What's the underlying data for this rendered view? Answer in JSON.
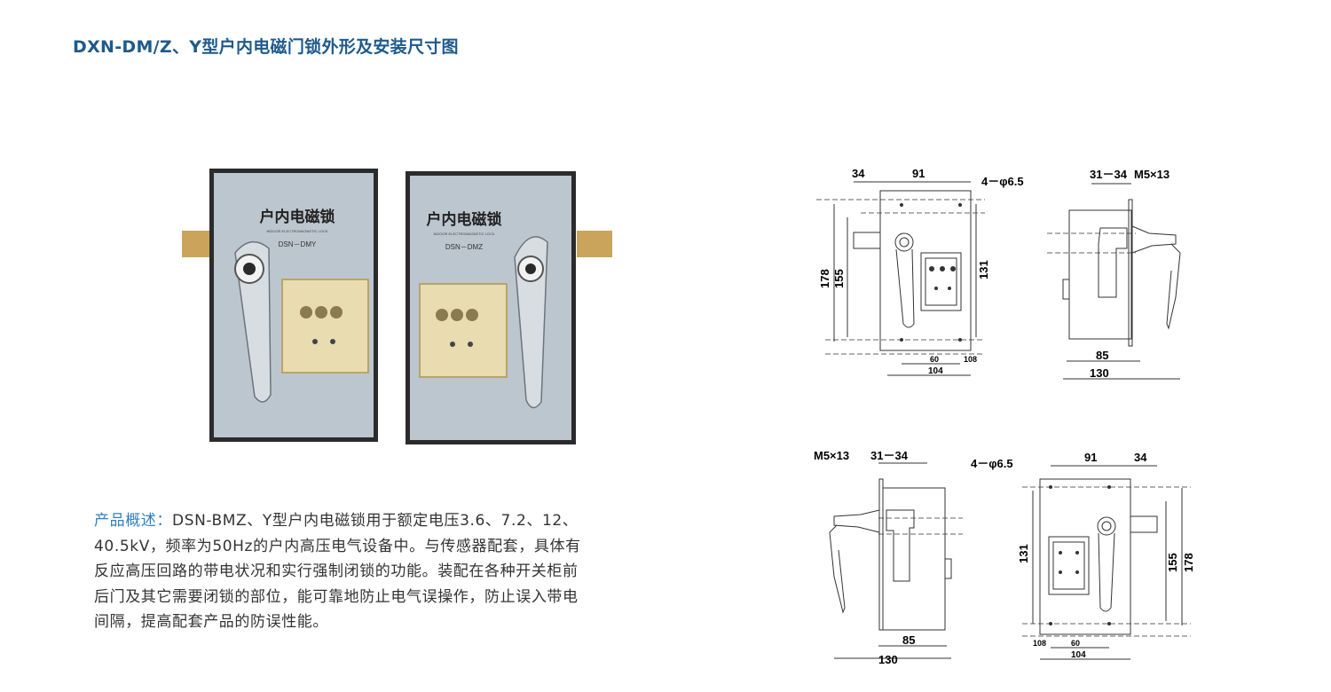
{
  "title": "DXN-DM/Z、Y型户内电磁门锁外形及安装尺寸图",
  "photo": {
    "left_plate": {
      "chinese": "户内电磁锁",
      "english": "INDOOR ELECTROMAGNETIC LOCK",
      "model": "DSN－DMY"
    },
    "right_plate": {
      "chinese": "户内电磁锁",
      "english": "INDOOR ELECTROMAGNETIC LOCK",
      "model": "DSN－DMZ"
    }
  },
  "description": {
    "label": "产品概述：",
    "line1": "DSN-BMZ、Y型户内电磁锁用于额定电压3.6、7.2、12、",
    "line2": "40.5kV，频率为50Hz的户内高压电气设备中。与传感器配套，具体有",
    "line3": "反应高压回路的带电状况和实行强制闭锁的功能。装配在各种开关柜前",
    "line4": "后门及其它需要闭锁的部位，能可靠地防止电气误操作，防止误入带电",
    "line5": "间隔，提高配套产品的防误性能。"
  },
  "drawings": {
    "front_top": {
      "d34": "34",
      "d91": "91",
      "holes": "4－φ6.5",
      "d178": "178",
      "d155": "155",
      "d131": "131",
      "d60": "60",
      "d108": "108",
      "d104": "104"
    },
    "side_top": {
      "d3134": "31－34",
      "m5": "M5×13",
      "d85": "85",
      "d130": "130"
    },
    "side_bottom": {
      "m5": "M5×13",
      "d3134": "31－34",
      "d85": "85",
      "d130": "130"
    },
    "front_bottom": {
      "holes": "4－φ6.5",
      "d91": "91",
      "d34": "34",
      "d131": "131",
      "d155": "155",
      "d178": "178",
      "d108": "108",
      "d60": "60",
      "d104": "104"
    }
  }
}
